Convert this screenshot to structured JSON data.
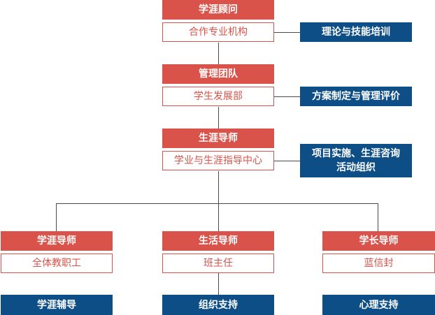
{
  "top": {
    "title": "学涯顾问",
    "unit": "合作专业机构",
    "function": "理论与技能培训"
  },
  "middle": {
    "title": "管理团队",
    "unit": "学生发展部",
    "function": "方案制定与管理评价"
  },
  "lower": {
    "title": "生涯导师",
    "unit": "学业与生涯指导中心",
    "function_line1": "项目实施、生涯咨询",
    "function_line2": "活动组织"
  },
  "branches": [
    {
      "title": "学涯导师",
      "unit": "全体教职工",
      "function": "学涯辅导"
    },
    {
      "title": "生活导师",
      "unit": "班主任",
      "function": "组织支持"
    },
    {
      "title": "学长导师",
      "unit": "蓝信封",
      "function": "心理支持"
    }
  ],
  "colors": {
    "red": "#d9534a",
    "navy": "#0d4e87",
    "line": "#4a4a4a"
  }
}
